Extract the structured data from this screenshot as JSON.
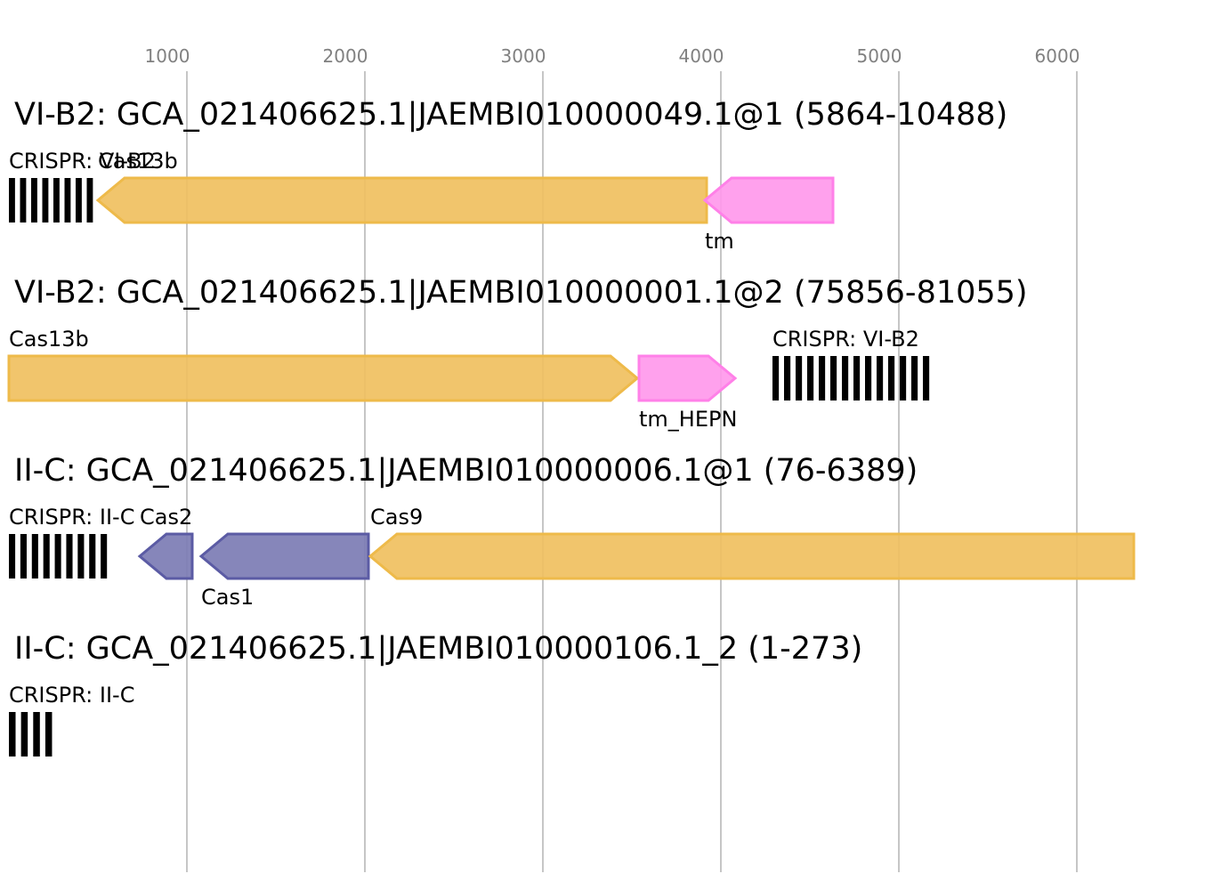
{
  "chart_data": {
    "type": "gene_map",
    "axis": {
      "ticks": [
        1000,
        2000,
        3000,
        4000,
        5000,
        6000
      ],
      "tick_labels": [
        "1000",
        "2000",
        "3000",
        "4000",
        "5000",
        "6000"
      ]
    },
    "tracks": [
      {
        "title": "VI-B2: GCA_021406625.1|JAEMBI010000049.1@1 (5864-10488)",
        "features": [
          {
            "kind": "crispr",
            "label": "CRISPR: VI-B2",
            "start": 0,
            "end": 500,
            "repeats": 8,
            "label_pos": "above"
          },
          {
            "kind": "gene",
            "label": "Cas13b",
            "start": 500,
            "end": 3920,
            "strand": -1,
            "color": "#f0c060",
            "stroke": "#eeba4a",
            "label_pos": "above"
          },
          {
            "kind": "gene",
            "label": "tm",
            "start": 3910,
            "end": 4630,
            "strand": -1,
            "color": "#ff99ec",
            "stroke": "#ff80e8",
            "label_pos": "below"
          }
        ]
      },
      {
        "title": "VI-B2: GCA_021406625.1|JAEMBI010000001.1@2 (75856-81055)",
        "features": [
          {
            "kind": "gene",
            "label": "Cas13b",
            "start": 0,
            "end": 3530,
            "strand": 1,
            "color": "#f0c060",
            "stroke": "#eeba4a",
            "label_pos": "above"
          },
          {
            "kind": "gene",
            "label": "tm_HEPN",
            "start": 3540,
            "end": 4080,
            "strand": 1,
            "color": "#ff99ec",
            "stroke": "#ff80e8",
            "label_pos": "below"
          },
          {
            "kind": "crispr",
            "label": "CRISPR: VI-B2",
            "start": 4290,
            "end": 5200,
            "repeats": 14,
            "label_pos": "above"
          }
        ]
      },
      {
        "title": "II-C: GCA_021406625.1|JAEMBI010000006.1@1 (76-6389)",
        "features": [
          {
            "kind": "crispr",
            "label": "CRISPR: II-C",
            "start": 0,
            "end": 580,
            "repeats": 9,
            "label_pos": "above"
          },
          {
            "kind": "gene",
            "label": "Cas2",
            "start": 735,
            "end": 1030,
            "strand": -1,
            "color": "#7c7cb4",
            "stroke": "#5b5ba4",
            "label_pos": "above"
          },
          {
            "kind": "gene",
            "label": "Cas1",
            "start": 1080,
            "end": 2020,
            "strand": -1,
            "color": "#7c7cb4",
            "stroke": "#5b5ba4",
            "label_pos": "below"
          },
          {
            "kind": "gene",
            "label": "Cas9",
            "start": 2030,
            "end": 6320,
            "strand": -1,
            "color": "#f0c060",
            "stroke": "#eeba4a",
            "label_pos": "above"
          }
        ]
      },
      {
        "title": "II-C: GCA_021406625.1|JAEMBI010000106.1_2 (1-273)",
        "features": [
          {
            "kind": "crispr",
            "label": "CRISPR: II-C",
            "start": 0,
            "end": 273,
            "repeats": 4,
            "label_pos": "above"
          }
        ]
      }
    ]
  }
}
